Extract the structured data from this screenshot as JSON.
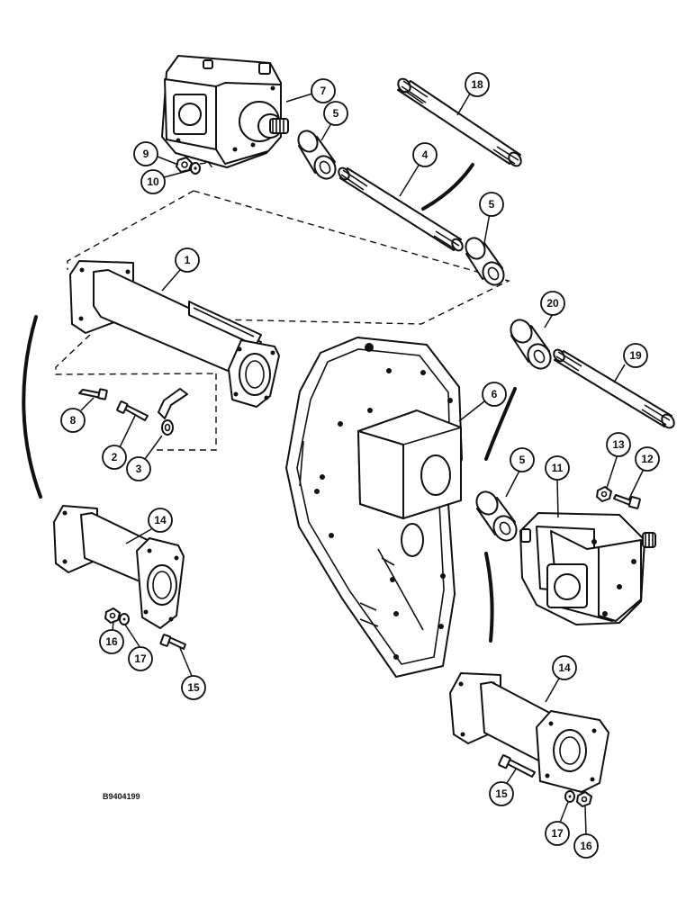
{
  "figure_id": "B9404199",
  "callouts": {
    "tube": "1",
    "bolt": "2",
    "washer": "3",
    "shaft_4": "4",
    "bushing_5": "5",
    "gear_housing": "6",
    "gearbox_7": "7",
    "bolt_8": "8",
    "nut_9": "9",
    "washer_10": "10",
    "gearbox_11": "11",
    "bolt_12": "12",
    "nut_13": "13",
    "spacer_14": "14",
    "bolt_15": "15",
    "nut_16": "16",
    "washer_17": "17",
    "shaft_18": "18",
    "shaft_19": "19",
    "bushing_20": "20"
  }
}
